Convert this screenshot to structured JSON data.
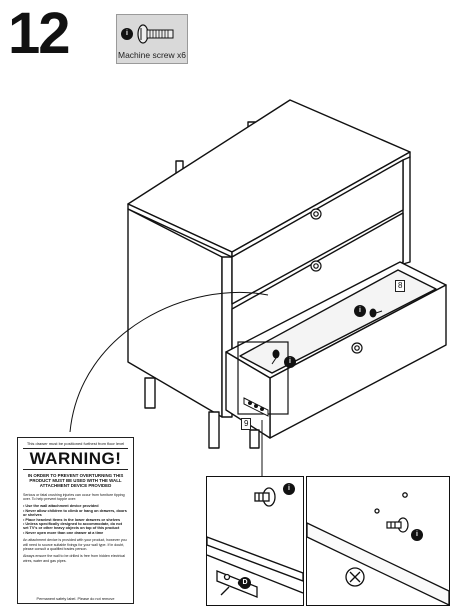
{
  "step": {
    "number": "12"
  },
  "part": {
    "callout": "i",
    "caption": "Machine screw x6",
    "icon": "machine-screw-icon"
  },
  "callouts": {
    "screw": "i",
    "lock": "D"
  },
  "drawer_tags": {
    "upper": "8",
    "lower": "9"
  },
  "warning": {
    "top_note": "This drawer must be positioned furthest from floor level",
    "title": "WARNING!",
    "headline": "IN ORDER TO PREVENT OVERTURNING THIS PRODUCT MUST BE USED WITH THE WALL ATTACHMENT DEVICE PROVIDED",
    "intro": "Serious or fatal crushing injuries can occur from furniture tipping over. To help prevent topple over:",
    "bullets": [
      "• Use the wall attachment device provided",
      "• Never allow children to climb or hang on drawers, doors or shelves",
      "• Place heaviest items in the lower drawers or shelves",
      "• Unless specifically designed to accommodate, do not set TV's or other heavy objects on top of this product",
      "• Never open more than one drawer at a time"
    ],
    "note1": "An attachment device is provided with your product, however you will need to source suitable fixings for your wall type. If in doubt, please consult a qualified trades person.",
    "note2": "Always ensure the wall to be drilled is free from hidden electrical wires, water and gas pipes.",
    "bottom": "Permanent safety label. Please do not remove"
  }
}
